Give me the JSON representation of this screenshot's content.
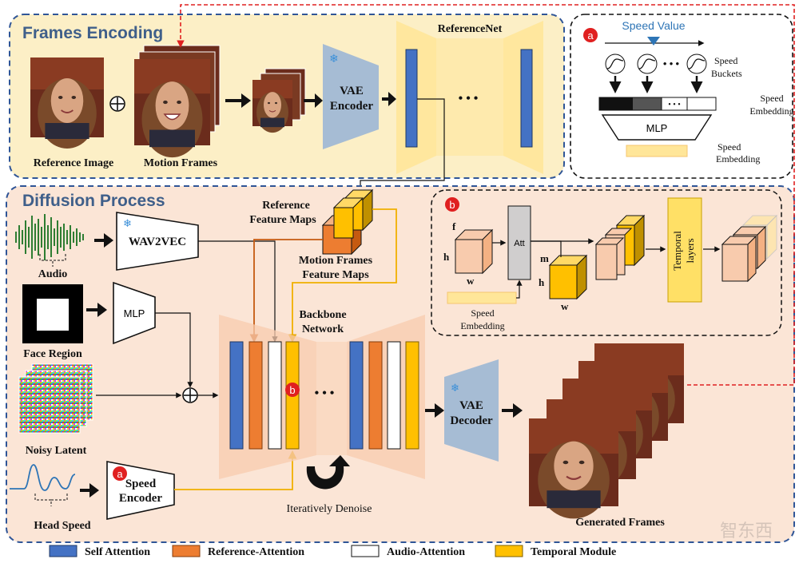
{
  "sections": {
    "frames_encoding": "Frames Encoding",
    "diffusion_process": "Diffusion Process"
  },
  "frames_encoding": {
    "reference_image": "Reference Image",
    "motion_frames": "Motion Frames",
    "vae_encoder": [
      "VAE",
      "Encoder"
    ],
    "reference_net": "ReferenceNet",
    "ellipsis": "• • •"
  },
  "speed_panel": {
    "badge": "a",
    "speed_value": "Speed Value",
    "speed_buckets": [
      "Speed",
      "Buckets"
    ],
    "speed_embedding": [
      "Speed",
      "Embedding"
    ],
    "mlp": "MLP",
    "speed_embedding_2": [
      "Speed",
      "Embedding"
    ],
    "ellipsis": "• • •",
    "cell_ellipsis": "• • •"
  },
  "temporal_panel": {
    "badge": "b",
    "f": "f",
    "h": "h",
    "w": "w",
    "att": "Att",
    "m": "m",
    "h2": "h",
    "w2": "w",
    "speed_embedding": [
      "Speed",
      "Embedding"
    ],
    "temporal_layers": [
      "Temporal",
      "layers"
    ]
  },
  "diffusion": {
    "audio": "Audio",
    "wav2vec": "WAV2VEC",
    "face_region": "Face Region",
    "mlp": "MLP",
    "noisy_latent": "Noisy Latent",
    "head_speed": "Head Speed",
    "speed_encoder": [
      "Speed",
      "Encoder"
    ],
    "speed_encoder_badge": "a",
    "reference_feature_maps": [
      "Reference",
      "Feature Maps"
    ],
    "motion_frames_feature_maps": [
      "Motion Frames",
      "Feature Maps"
    ],
    "backbone_network": [
      "Backbone",
      "Network"
    ],
    "backbone_badge": "b",
    "backbone_ellipsis": "• • •",
    "iteratively_denoise": "Iteratively Denoise",
    "vae_decoder": [
      "VAE",
      "Decoder"
    ],
    "generated_frames": "Generated Frames"
  },
  "legend": [
    {
      "label": "Self Attention",
      "color": "#4472C4"
    },
    {
      "label": "Reference-Attention",
      "color": "#ED7D31"
    },
    {
      "label": "Audio-Attention",
      "color": "#FFFFFF"
    },
    {
      "label": "Temporal Module",
      "color": "#FFC000"
    }
  ],
  "watermark": "智东西",
  "colors": {
    "self_attention": "#4472C4",
    "reference_attention": "#ED7D31",
    "audio_attention": "#FFFFFF",
    "temporal": "#FFC000",
    "top_bg": "#FCEFC6",
    "bottom_bg": "#FBE5D6",
    "vae": "#A6BCD4",
    "dashed_red": "#E02020"
  }
}
